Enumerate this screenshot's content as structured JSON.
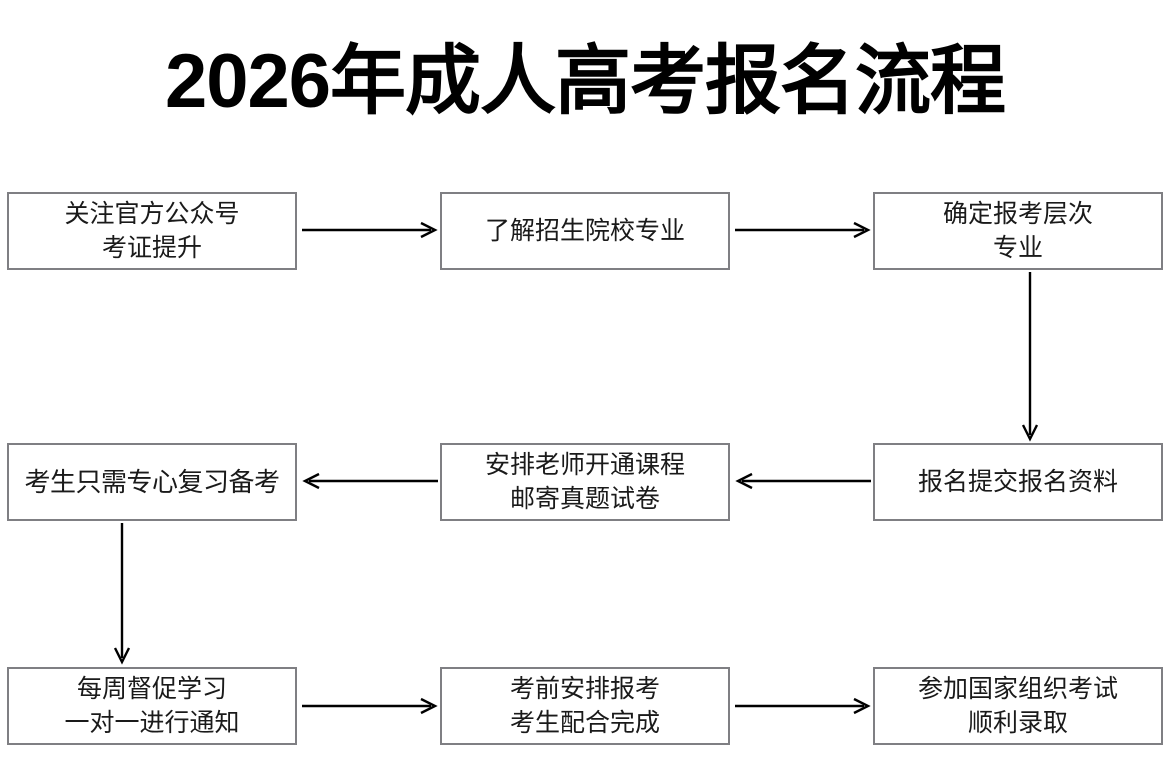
{
  "page": {
    "title": "2026年成人高考报名流程",
    "background_color": "#ffffff",
    "box_border_color": "#7f7f83",
    "text_color": "#1a1a1a",
    "arrow_color": "#000000"
  },
  "flowchart": {
    "type": "process-flow",
    "nodes": [
      {
        "id": "step-1",
        "line1": "关注官方公众号",
        "line2": "考证提升"
      },
      {
        "id": "step-2",
        "line1": "了解招生院校专业",
        "line2": ""
      },
      {
        "id": "step-3",
        "line1": "确定报考层次",
        "line2": "专业"
      },
      {
        "id": "step-4",
        "line1": "报名提交报名资料",
        "line2": ""
      },
      {
        "id": "step-5",
        "line1": "安排老师开通课程",
        "line2": "邮寄真题试卷"
      },
      {
        "id": "step-6",
        "line1": "考生只需专心复习备考",
        "line2": ""
      },
      {
        "id": "step-7",
        "line1": "每周督促学习",
        "line2": "一对一进行通知"
      },
      {
        "id": "step-8",
        "line1": "考前安排报考",
        "line2": "考生配合完成"
      },
      {
        "id": "step-9",
        "line1": "参加国家组织考试",
        "line2": "顺利录取"
      }
    ],
    "connectors": [
      {
        "id": "c1",
        "from": "step-1",
        "to": "step-2",
        "direction": "right"
      },
      {
        "id": "c2",
        "from": "step-2",
        "to": "step-3",
        "direction": "right"
      },
      {
        "id": "c3",
        "from": "step-3",
        "to": "step-4",
        "direction": "down"
      },
      {
        "id": "c4",
        "from": "step-4",
        "to": "step-5",
        "direction": "left"
      },
      {
        "id": "c5",
        "from": "step-5",
        "to": "step-6",
        "direction": "left"
      },
      {
        "id": "c6",
        "from": "step-6",
        "to": "step-7",
        "direction": "down"
      },
      {
        "id": "c7",
        "from": "step-7",
        "to": "step-8",
        "direction": "right"
      },
      {
        "id": "c8",
        "from": "step-8",
        "to": "step-9",
        "direction": "right"
      }
    ]
  }
}
